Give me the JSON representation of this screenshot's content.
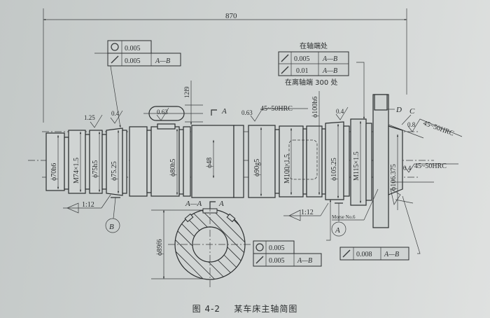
{
  "figure": {
    "caption_number": "图 4-2",
    "caption_title": "某车床主轴简图"
  },
  "overall_length": "870",
  "diameters": {
    "d70": "ϕ70h6",
    "m74": "M74×1.5",
    "d75": "ϕ75h5",
    "d75_25": "ϕ75.25",
    "d80": "ϕ80h5",
    "d48": "ϕ48",
    "d90": "ϕ90g5",
    "m100": "M100×1.5",
    "d100": "ϕ100h6",
    "d105": "ϕ105.25",
    "m115": "M115×1.5",
    "d106": "ϕ106.375",
    "d89": "ϕ89f6",
    "key12": "12f9"
  },
  "roughness": {
    "r1": "1.25",
    "r2": "0.4",
    "r3": "0.63",
    "r4": "0.63",
    "r5": "0.4",
    "r6": "0.8",
    "r7": "0.4"
  },
  "hardness": {
    "h1": "45~50HRC",
    "h2": "45~50HRC",
    "h3": "45~50HRC"
  },
  "tapers": {
    "left": "1:12",
    "right": "1:12",
    "morse": "Morse No.6"
  },
  "datums": {
    "a": "A",
    "b": "B",
    "c": "C",
    "d": "D"
  },
  "section": {
    "label": "A—A",
    "arrow_label_1": "A",
    "arrow_label_2": "A"
  },
  "tolerance_frames": {
    "left_top": {
      "circularity": "0.005",
      "runout": "0.005",
      "datum": "A—B"
    },
    "right_top": {
      "note_above": "在轴端处",
      "runout_1": "0.005",
      "datum_1": "A—B",
      "runout_2": "0.01",
      "datum_2": "A—B",
      "note_below": "在离轴端 300 处"
    },
    "bottom_middle": {
      "circularity": "0.005",
      "runout": "0.005",
      "datum": "A—B"
    },
    "bottom_right": {
      "runout": "0.008",
      "datum": "A—B"
    }
  }
}
